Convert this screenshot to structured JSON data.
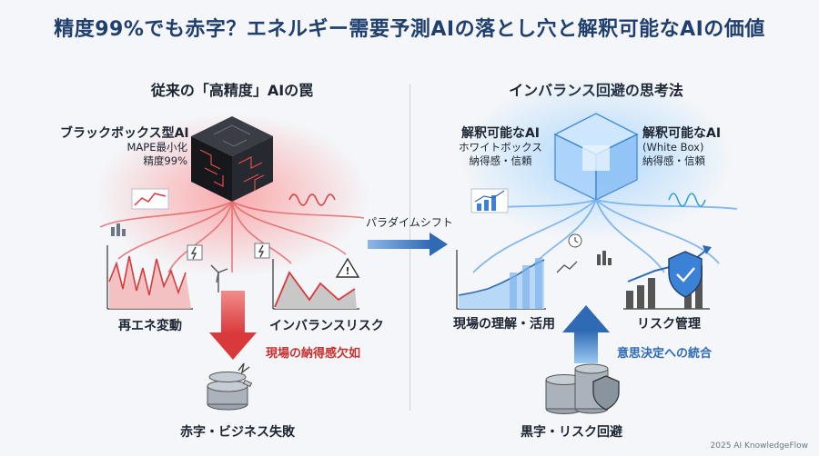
{
  "title": "精度99%でも赤字？エネルギー需要予測AIの落とし穴と解釈可能なAIの価値",
  "left": {
    "heading": "従来の「高精度」AIの罠",
    "blackbox_title": "ブラックボックス型AI",
    "blackbox_line1": "MAPE最小化",
    "blackbox_line2": "精度99%",
    "renewable": "再エネ変動",
    "imbalance_risk": "インバランスリスク",
    "lack_acceptance": "現場の納得感欠如",
    "outcome": "赤字・ビジネス失敗"
  },
  "center": {
    "paradigm_shift": "パラダイムシフト"
  },
  "right": {
    "heading": "インバランス回避の思考法",
    "xai_left_title": "解釈可能なAI",
    "xai_left_line1": "ホワイトボックス",
    "xai_left_line2": "納得感・信頼",
    "xai_right_title": "解釈可能なAI",
    "xai_right_line1": "(White Box)",
    "xai_right_line2": "納得感・信頼",
    "field_use": "現場の理解・活用",
    "risk_mgmt": "リスク管理",
    "integration": "意思決定への統合",
    "outcome": "黒字・リスク回避"
  },
  "footer": "2025 AI KnowledgeFlow",
  "colors": {
    "red": "#d9393a",
    "blue": "#3b82d6",
    "navy": "#1f3f6e"
  }
}
